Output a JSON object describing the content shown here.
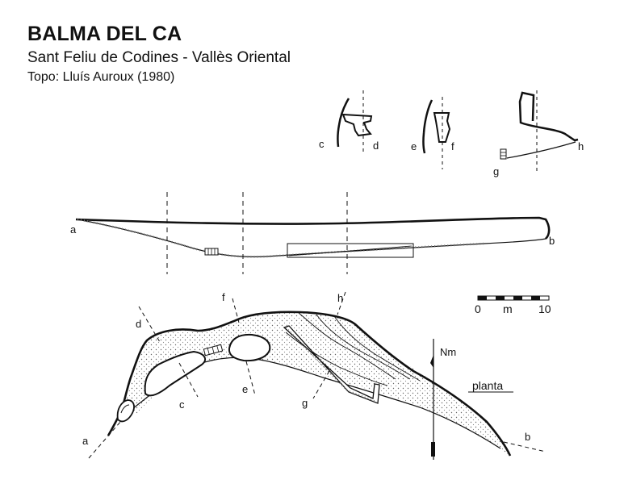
{
  "header": {
    "title": "BALMA DEL CA",
    "subtitle": "Sant Feliu de Codines - Vallès Oriental",
    "credit": "Topo: Lluís Auroux  (1980)"
  },
  "profile": {
    "label_start": "a",
    "label_end": "b"
  },
  "sections": {
    "c": "c",
    "d": "d",
    "e": "e",
    "f": "f",
    "g": "g",
    "h": "h"
  },
  "scale_bar": {
    "start": "0",
    "unit": "m",
    "end": "10"
  },
  "north": {
    "label": "Nm"
  },
  "plan": {
    "label": "planta"
  },
  "plan_labels": {
    "a": "a",
    "b": "b",
    "c": "c",
    "d": "d",
    "e": "e",
    "f": "f",
    "g": "g",
    "h": "h"
  }
}
